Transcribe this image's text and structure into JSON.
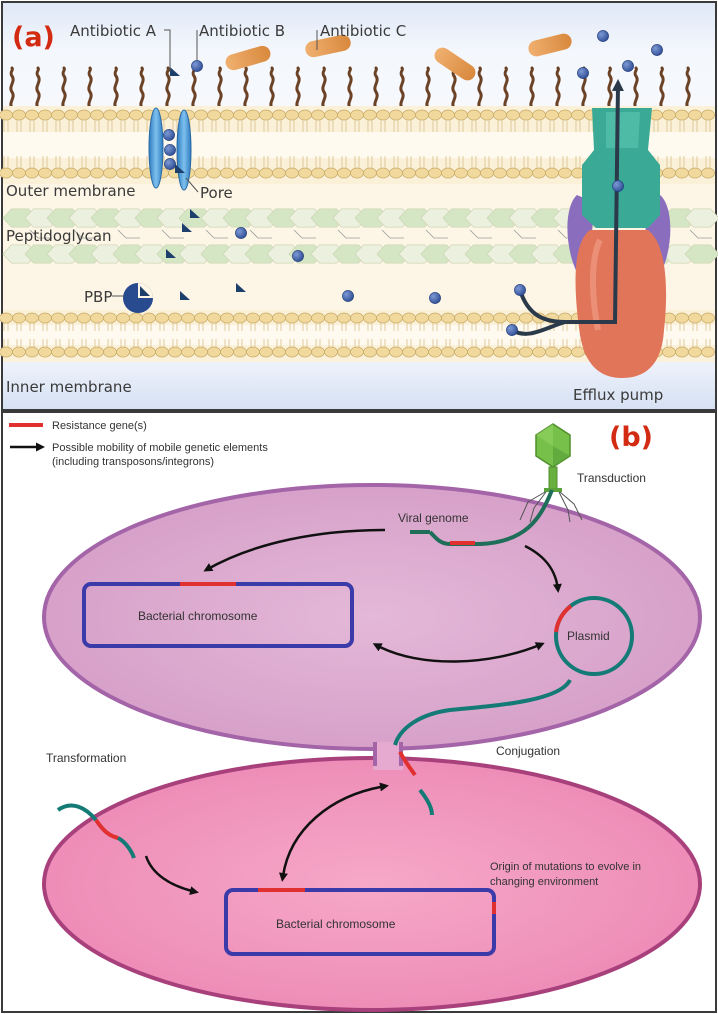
{
  "panel_a": {
    "tag": "(a)",
    "labels": {
      "antibiotic_a": "Antibiotic A",
      "antibiotic_b": "Antibiotic B",
      "antibiotic_c": "Antibiotic C",
      "outer_membrane": "Outer membrane",
      "pore": "Pore",
      "peptidoglycan": "Peptidoglycan",
      "pbp": "PBP",
      "inner_membrane": "Inner membrane",
      "efflux_pump": "Efflux pump"
    },
    "colors": {
      "antibiotic_a": "#1d3f6b",
      "antibiotic_b": "#3c5fa8",
      "antibiotic_c": "#e89a4c",
      "pore": "#4e98d6",
      "efflux_top": "#3aaa96",
      "efflux_side": "#8a6dbd",
      "efflux_bottom": "#e0755a"
    }
  },
  "panel_b": {
    "tag": "(b)",
    "legend": {
      "resistance_genes": "Resistance gene(s)",
      "mobility_line1": "Possible mobility of mobile genetic elements",
      "mobility_line2": "(including transposons/integrons)"
    },
    "labels": {
      "transduction": "Transduction",
      "viral_genome": "Viral genome",
      "bacterial_chromosome_top": "Bacterial chromosome",
      "plasmid": "Plasmid",
      "transformation": "Transformation",
      "conjugation": "Conjugation",
      "origin_line1": "Origin of mutations to evolve in",
      "origin_line2": "changing environment",
      "bacterial_chromosome_bottom": "Bacterial chromosome"
    },
    "colors": {
      "resistance_gene": "#e03030",
      "dna": "#147a76",
      "chromosome": "#3a3aa8",
      "cell_top": "#d8a8cc",
      "cell_bottom": "#f090b8",
      "phage": "#77c04a"
    }
  }
}
